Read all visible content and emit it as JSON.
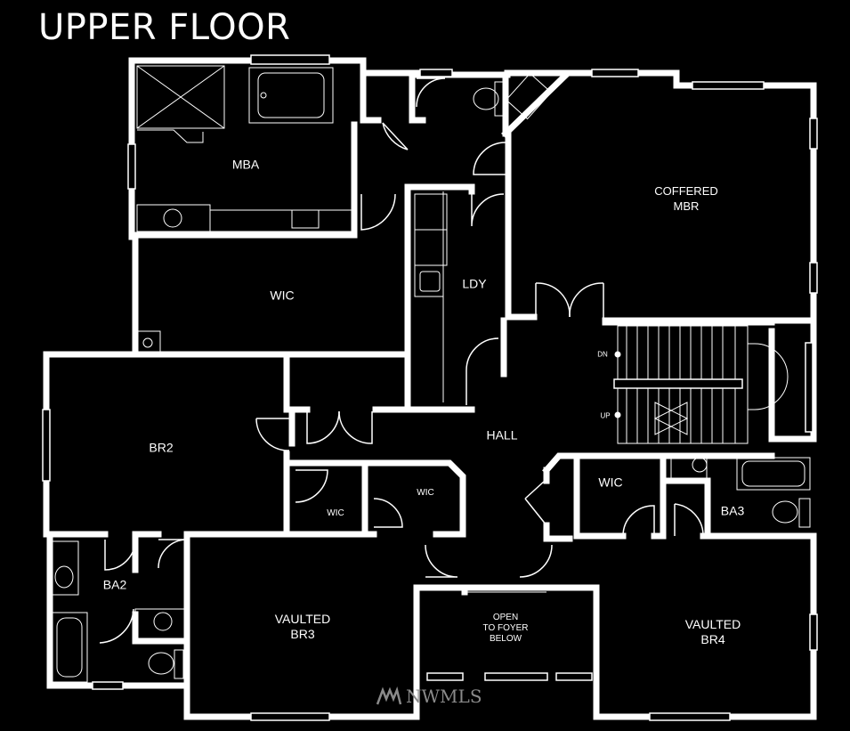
{
  "title": "UPPER FLOOR",
  "rooms": {
    "mba": "MBA",
    "mbr": "COFFERED\nMBR",
    "wic_master": "WIC",
    "ldy": "LDY",
    "br2": "BR2",
    "hall": "HALL",
    "wic_br2": "WIC",
    "wic_br3": "WIC",
    "wic_br4": "WIC",
    "ba2": "BA2",
    "ba3": "BA3",
    "br3": "VAULTED\nBR3",
    "br4": "VAULTED\nBR4",
    "foyer": "OPEN\nTO FOYER\nBELOW"
  },
  "stairs": {
    "dn": "DN",
    "up": "UP"
  },
  "watermark": "NWMLS"
}
